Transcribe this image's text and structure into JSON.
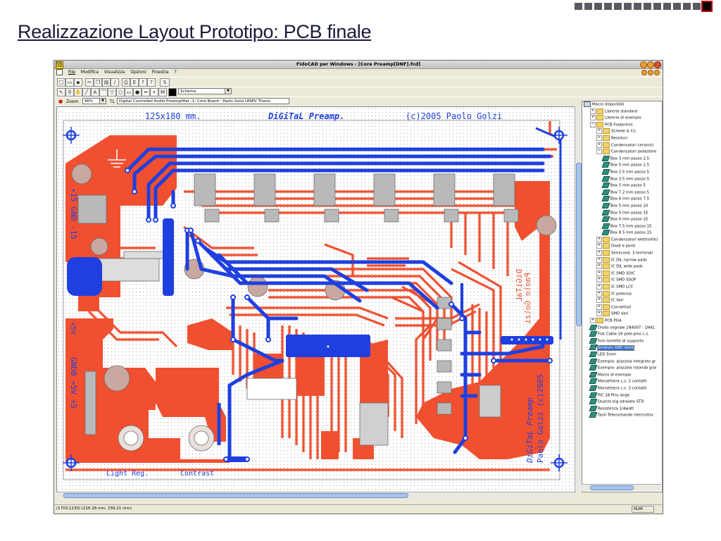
{
  "slide": {
    "title": "Realizzazione Layout Prototipo: PCB finale"
  },
  "window": {
    "title": "FidoCAD per Windows - [Core Preamp[DNF].fcd]",
    "app_icon_text": "Fido CAD"
  },
  "menu": [
    "File",
    "Modifica",
    "Visualizza",
    "Opzioni",
    "Finestra",
    "?"
  ],
  "toolbar": {
    "layer_value": "Schema",
    "zoom_label": "Zoom",
    "zoom_value": "96%",
    "tl_label": "TL",
    "tl_value": "Digital Controlled Audio Preamplifier  -1- Core Board  -  Paolo Golzi UNIPV Thesis",
    "s_button": "S",
    "a_tool": "A",
    "m_tool": "M"
  },
  "pcb": {
    "dimensions": "125x180 mm.",
    "title": "DiGiTaL Preamp.",
    "copyright": "(c)2005 Paolo Golzi",
    "vertical_right_1": "DiGiTaL Preamp",
    "vertical_right_2": "Paolo Golzi (c)2005",
    "light_reg": "Light Reg.",
    "contrast": "Contrast",
    "left_label_1": "+15 GND -15",
    "left_label_2": "GND0 +5V +5",
    "left_label_3": "+5V",
    "mirror_label_1": "DiGiTaL",
    "mirror_label_2": "Paolo Golzi"
  },
  "tree": {
    "items": [
      {
        "label": "Macro disponibili",
        "level": 0,
        "kind": "root",
        "exp": ""
      },
      {
        "label": "Libreria standard",
        "level": 1,
        "kind": "folder",
        "exp": "+"
      },
      {
        "label": "Libreria di esempio",
        "level": 1,
        "kind": "folder",
        "exp": "+"
      },
      {
        "label": "PCB Footprints",
        "level": 1,
        "kind": "folder",
        "exp": "−"
      },
      {
        "label": "Schede & Co.",
        "level": 2,
        "kind": "folder",
        "exp": "+"
      },
      {
        "label": "Resistori",
        "level": 2,
        "kind": "folder",
        "exp": "+"
      },
      {
        "label": "Condensatori ceramici",
        "level": 2,
        "kind": "folder",
        "exp": "+"
      },
      {
        "label": "Condensatori poliestere",
        "level": 2,
        "kind": "folder",
        "exp": "−"
      },
      {
        "label": "Box 3 mm passo 2.5",
        "level": 3,
        "kind": "part",
        "exp": ""
      },
      {
        "label": "Box 5 mm passo 2.5",
        "level": 3,
        "kind": "part",
        "exp": ""
      },
      {
        "label": "Box 2.5 mm passo 5",
        "level": 3,
        "kind": "part",
        "exp": ""
      },
      {
        "label": "Box 3.5 mm passo 5",
        "level": 3,
        "kind": "part",
        "exp": ""
      },
      {
        "label": "Box 5 mm passo 5",
        "level": 3,
        "kind": "part",
        "exp": ""
      },
      {
        "label": "Box 7.2 mm passo 5",
        "level": 3,
        "kind": "part",
        "exp": ""
      },
      {
        "label": "Box 6 mm passo 7.5",
        "level": 3,
        "kind": "part",
        "exp": ""
      },
      {
        "label": "Box 5 mm passo 10",
        "level": 3,
        "kind": "part",
        "exp": ""
      },
      {
        "label": "Box 5 mm passo 15",
        "level": 3,
        "kind": "part",
        "exp": ""
      },
      {
        "label": "Box 6 mm passo 15",
        "level": 3,
        "kind": "part",
        "exp": ""
      },
      {
        "label": "Box 7.5 mm passo 15",
        "level": 3,
        "kind": "part",
        "exp": ""
      },
      {
        "label": "Box 8.5 mm passo 15",
        "level": 3,
        "kind": "part",
        "exp": ""
      },
      {
        "label": "Condensatori elettrolitici",
        "level": 2,
        "kind": "folder",
        "exp": "+"
      },
      {
        "label": "Diodi e ponti",
        "level": 2,
        "kind": "folder",
        "exp": "+"
      },
      {
        "label": "Semicond. 3 terminali",
        "level": 2,
        "kind": "folder",
        "exp": "+"
      },
      {
        "label": "IC DIL narrow pads",
        "level": 2,
        "kind": "folder",
        "exp": "+"
      },
      {
        "label": "IC DIL wide pads",
        "level": 2,
        "kind": "folder",
        "exp": "+"
      },
      {
        "label": "IC SMD SOIC",
        "level": 2,
        "kind": "folder",
        "exp": "+"
      },
      {
        "label": "IC SMD SSOP",
        "level": 2,
        "kind": "folder",
        "exp": "+"
      },
      {
        "label": "IC SMD LCC",
        "level": 2,
        "kind": "folder",
        "exp": "+"
      },
      {
        "label": "IC potenza",
        "level": 2,
        "kind": "folder",
        "exp": "+"
      },
      {
        "label": "IC Vari",
        "level": 2,
        "kind": "folder",
        "exp": "+"
      },
      {
        "label": "Connettori",
        "level": 2,
        "kind": "folder",
        "exp": "+"
      },
      {
        "label": "SMD Vari",
        "level": 2,
        "kind": "folder",
        "exp": "+"
      },
      {
        "label": "PCB PGA",
        "level": 1,
        "kind": "folder",
        "exp": "+"
      },
      {
        "label": "Diodo segnale 1N4007 - 1N41",
        "level": 1,
        "kind": "part",
        "exp": ""
      },
      {
        "label": "Flat Cable 16 pole-pins c.s.",
        "level": 1,
        "kind": "part",
        "exp": ""
      },
      {
        "label": "foro torrette di supporto",
        "level": 1,
        "kind": "part",
        "exp": ""
      },
      {
        "label": "Simbolo GND Solid",
        "level": 1,
        "kind": "part",
        "exp": "",
        "selected": true
      },
      {
        "label": "LED 5mm",
        "level": 1,
        "kind": "part",
        "exp": ""
      },
      {
        "label": "Esempio: piazzola integrato gr",
        "level": 1,
        "kind": "part",
        "exp": ""
      },
      {
        "label": "Esempio: piazzola rotonda grai",
        "level": 1,
        "kind": "part",
        "exp": ""
      },
      {
        "label": "Macro di esempio",
        "level": 1,
        "kind": "part",
        "exp": ""
      },
      {
        "label": "Morsettiera c.s. 2 contatti",
        "level": 1,
        "kind": "part",
        "exp": ""
      },
      {
        "label": "Morsettiera c.s. 3 contatti",
        "level": 1,
        "kind": "part",
        "exp": ""
      },
      {
        "label": "PIC 18 Pins large",
        "level": 1,
        "kind": "part",
        "exp": ""
      },
      {
        "label": "Quarzo big sdraiato STD",
        "level": 1,
        "kind": "part",
        "exp": ""
      },
      {
        "label": "Resistenza 1/4watt",
        "level": 1,
        "kind": "part",
        "exp": ""
      },
      {
        "label": "Tasti Telecomando Interruttor.",
        "level": 1,
        "kind": "part",
        "exp": ""
      }
    ]
  },
  "status": {
    "coords": "(1703,1230) (216.28 mm, 156.21 mm)",
    "num": "NUM"
  },
  "colors": {
    "copper_bottom": "#f05030",
    "copper_top": "#1f3fe0",
    "grid_dot": "#a8a8a8",
    "silkscreen": "#e0e0e0"
  }
}
